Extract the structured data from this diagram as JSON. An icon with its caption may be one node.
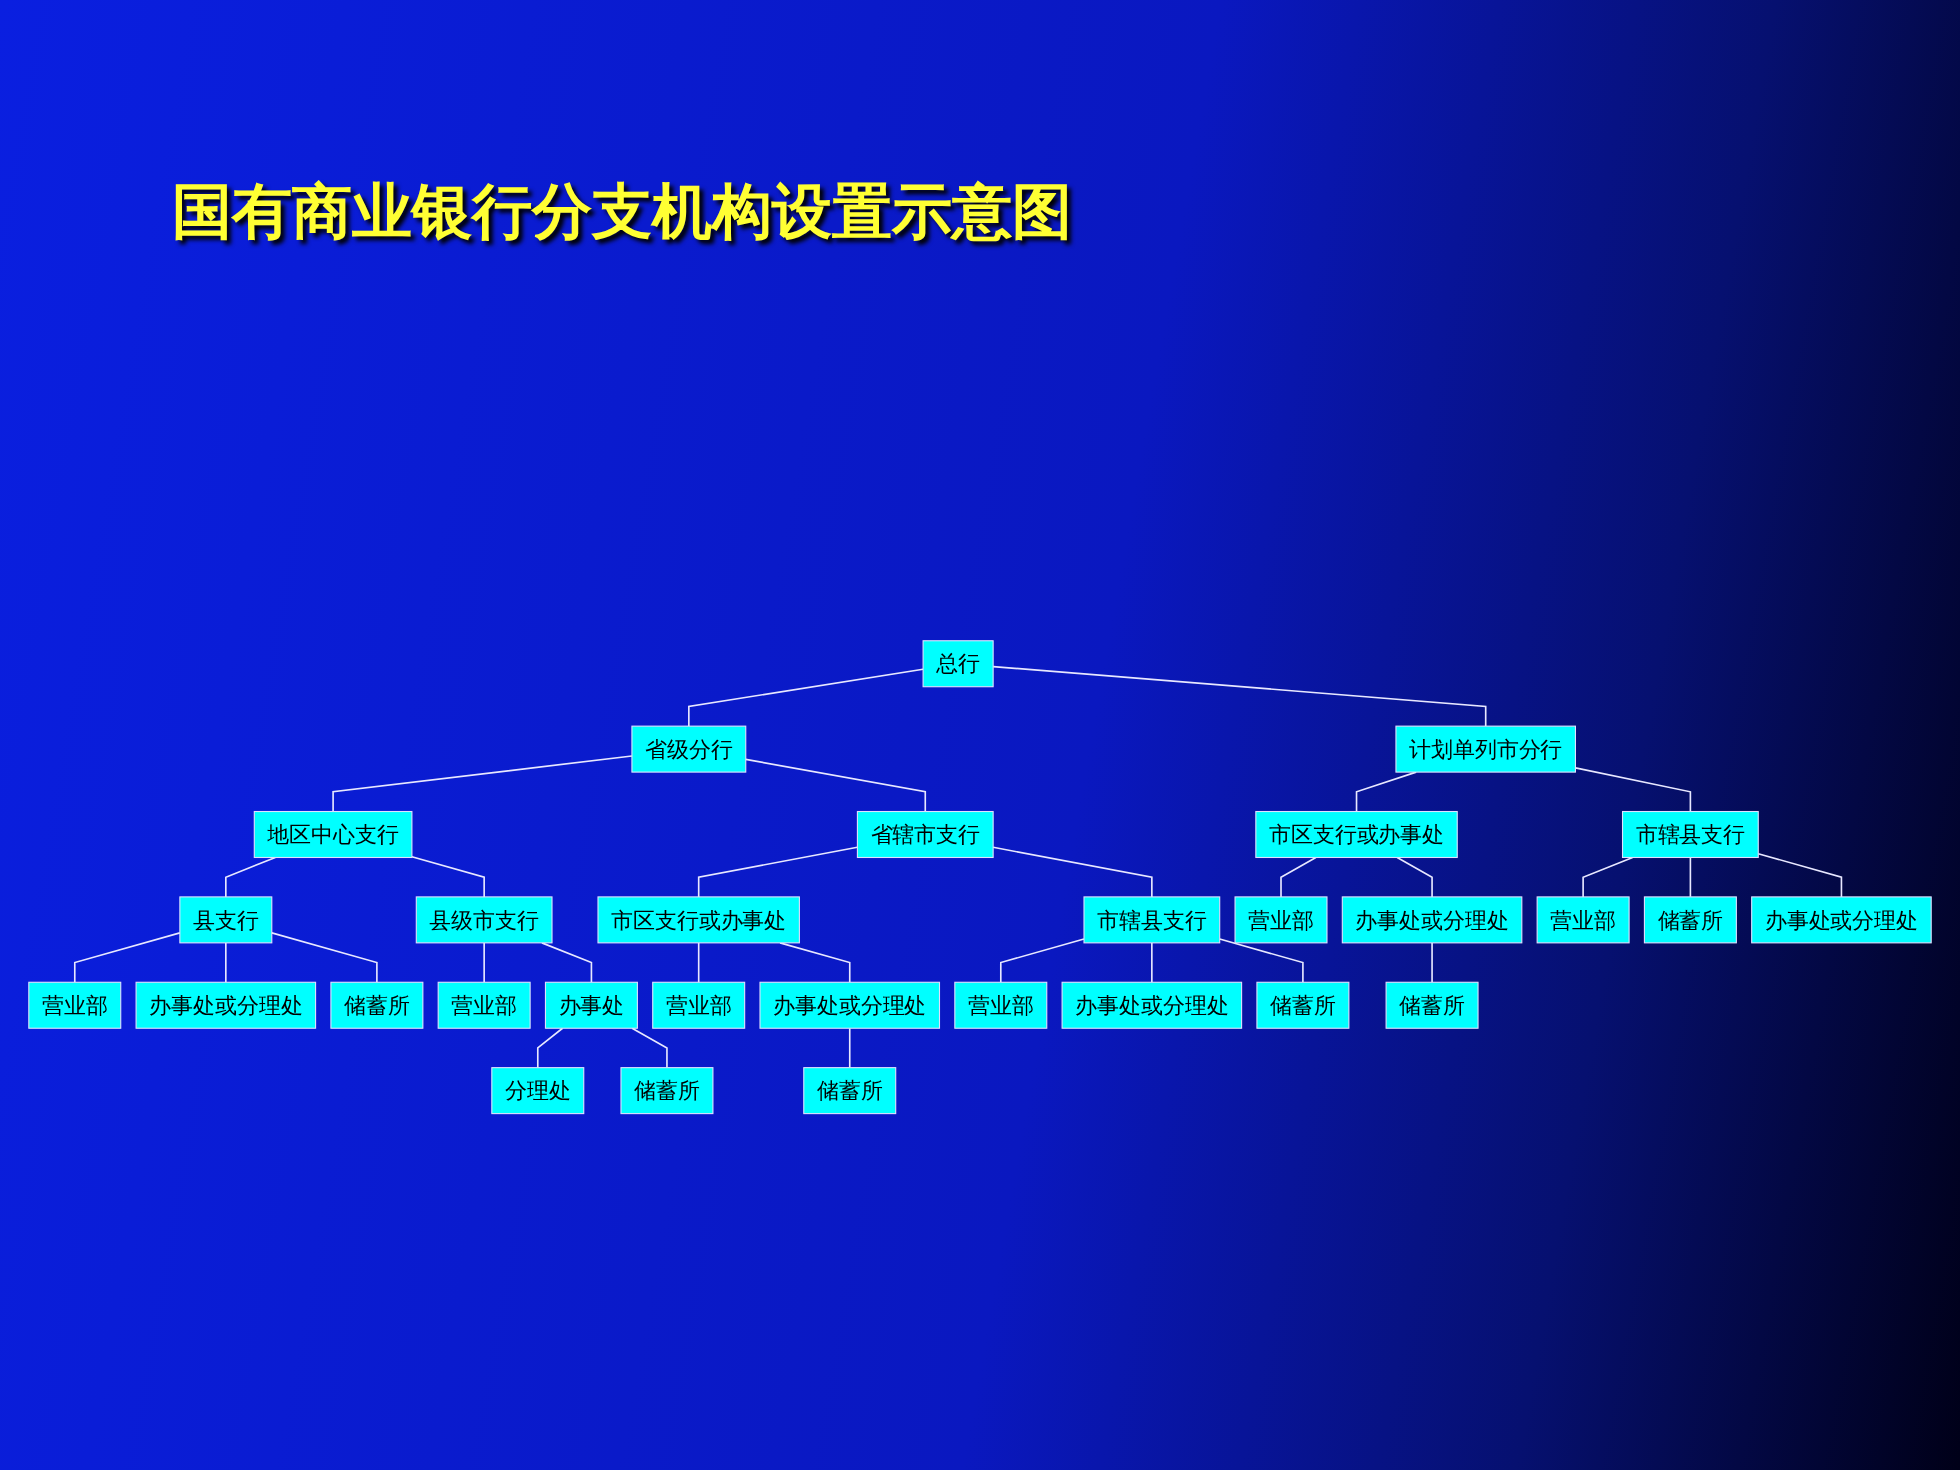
{
  "diagram": {
    "title": "国有商业银行分支机构设置示意图",
    "nodes": [
      {
        "text": [
          "总行"
        ]
      },
      {
        "text": [
          "省级分行"
        ]
      },
      {
        "text": [
          "计划单列市分行"
        ]
      },
      {
        "text": [
          "地区中心支行"
        ]
      },
      {
        "text": [
          "省辖市支行"
        ]
      },
      {
        "text": [
          "市区支行或办事处"
        ]
      },
      {
        "text": [
          "市辖县支行"
        ]
      },
      {
        "text": [
          "县支行"
        ]
      },
      {
        "text": [
          "县级市支行"
        ]
      },
      {
        "text": [
          "市区支行或办事处"
        ]
      },
      {
        "text": [
          "市辖县支行"
        ]
      },
      {
        "text": [
          "营业部"
        ]
      },
      {
        "text": [
          "办事处或分理处"
        ]
      },
      {
        "text": [
          "营业部"
        ]
      },
      {
        "text": [
          "储蓄所"
        ]
      },
      {
        "text": [
          "办事处或分理处"
        ]
      },
      {
        "text": [
          "营业部"
        ]
      },
      {
        "text": [
          "办事处或分理处"
        ]
      },
      {
        "text": [
          "储蓄所"
        ]
      },
      {
        "text": [
          "营业部"
        ]
      },
      {
        "text": [
          "办事处"
        ]
      },
      {
        "text": [
          "营业部"
        ]
      },
      {
        "text": [
          "办事处或分理处"
        ]
      },
      {
        "text": [
          "营业部"
        ]
      },
      {
        "text": [
          "办事处或分理处"
        ]
      },
      {
        "text": [
          "储蓄所"
        ]
      },
      {
        "text": [
          "分理处"
        ]
      },
      {
        "text": [
          "储蓄所"
        ]
      },
      {
        "text": [
          "储蓄所"
        ]
      },
      {
        "text": [
          "储蓄所"
        ]
      }
    ],
    "edges": [
      {
        "from": 0,
        "to": 1,
        "arrow": "none"
      },
      {
        "from": 0,
        "to": 2,
        "arrow": "none"
      },
      {
        "from": 1,
        "to": 3,
        "arrow": "none"
      },
      {
        "from": 1,
        "to": 4,
        "arrow": "none"
      },
      {
        "from": 2,
        "to": 5,
        "arrow": "none"
      },
      {
        "from": 2,
        "to": 6,
        "arrow": "none"
      },
      {
        "from": 3,
        "to": 7,
        "arrow": "none"
      },
      {
        "from": 3,
        "to": 8,
        "arrow": "none"
      },
      {
        "from": 4,
        "to": 9,
        "arrow": "none"
      },
      {
        "from": 4,
        "to": 10,
        "arrow": "none"
      },
      {
        "from": 5,
        "to": 11,
        "arrow": "none"
      },
      {
        "from": 5,
        "to": 12,
        "arrow": "none"
      },
      {
        "from": 6,
        "to": 13,
        "arrow": "none"
      },
      {
        "from": 6,
        "to": 14,
        "arrow": "none"
      },
      {
        "from": 6,
        "to": 15,
        "arrow": "none"
      },
      {
        "from": 7,
        "to": 16,
        "arrow": "none"
      },
      {
        "from": 7,
        "to": 17,
        "arrow": "none"
      },
      {
        "from": 7,
        "to": 18,
        "arrow": "none"
      },
      {
        "from": 8,
        "to": 19,
        "arrow": "none"
      },
      {
        "from": 8,
        "to": 20,
        "arrow": "none"
      },
      {
        "from": 9,
        "to": 21,
        "arrow": "none"
      },
      {
        "from": 9,
        "to": 22,
        "arrow": "none"
      },
      {
        "from": 10,
        "to": 23,
        "arrow": "none"
      },
      {
        "from": 10,
        "to": 24,
        "arrow": "none"
      },
      {
        "from": 12,
        "to": 25,
        "arrow": "none"
      },
      {
        "from": 20,
        "to": 26,
        "arrow": "none"
      },
      {
        "from": 20,
        "to": 27,
        "arrow": "none"
      },
      {
        "from": 22,
        "to": 28,
        "arrow": "none"
      },
      {
        "from": 10,
        "to": 29,
        "arrow": "none"
      }
    ]
  }
}
